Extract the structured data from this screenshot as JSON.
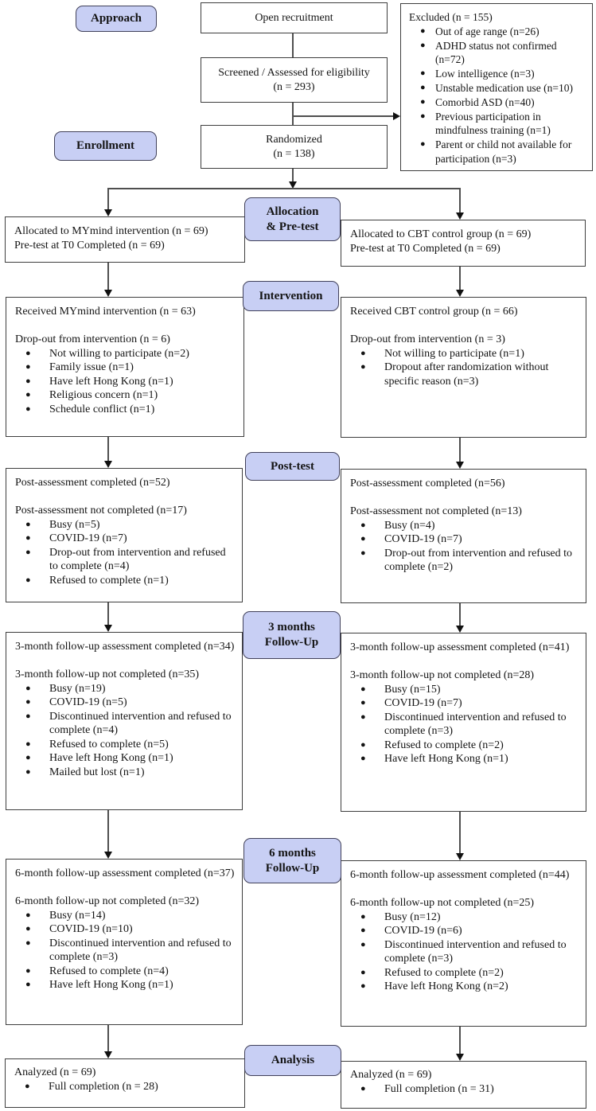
{
  "palette": {
    "badge_fill": "#c8cff4",
    "badge_border": "#41415a",
    "box_border": "#3e3e3e",
    "line_color": "#4f4f4f",
    "arrow_color": "#111111",
    "text_color": "#141414",
    "bg_color": "#ffffff"
  },
  "bullet_glyph": "●",
  "badges": {
    "approach": "Approach",
    "enrollment": "Enrollment",
    "allocation_line1": "Allocation",
    "allocation_line2": "& Pre-test",
    "intervention": "Intervention",
    "posttest": "Post-test",
    "followup3_line1": "3 months",
    "followup3_line2": "Follow-Up",
    "followup6_line1": "6 months",
    "followup6_line2": "Follow-Up",
    "analysis": "Analysis"
  },
  "top": {
    "open_recruitment": "Open recruitment",
    "screened_line1": "Screened / Assessed for eligibility",
    "screened_line2": "(n = 293)",
    "randomized_line1": "Randomized",
    "randomized_line2": "(n = 138)",
    "excluded_title": "Excluded (n = 155)",
    "excluded_items": [
      "Out of age range (n=26)",
      "ADHD status not confirmed (n=72)",
      "Low intelligence (n=3)",
      "Unstable medication use (n=10)",
      "Comorbid ASD (n=40)",
      "Previous participation in mindfulness training (n=1)",
      "Parent or child not available for participation (n=3)"
    ]
  },
  "left": {
    "allocation_line1": "Allocated to MYmind intervention (n = 69)",
    "allocation_line2": "Pre-test at T0 Completed (n = 69)",
    "intervention": {
      "header": "Received MYmind intervention (n = 63)",
      "subheader": "Drop-out from intervention (n = 6)",
      "items": [
        "Not willing to participate (n=2)",
        "Family issue (n=1)",
        "Have left Hong Kong (n=1)",
        "Religious concern (n=1)",
        "Schedule conflict (n=1)"
      ]
    },
    "posttest": {
      "header": "Post-assessment completed (n=52)",
      "subheader": "Post-assessment not completed (n=17)",
      "items": [
        "Busy (n=5)",
        "COVID-19 (n=7)",
        "Drop-out from intervention and refused to complete (n=4)",
        "Refused to complete (n=1)"
      ]
    },
    "followup3": {
      "header": "3-month follow-up assessment completed (n=34)",
      "subheader": "3-month follow-up not completed (n=35)",
      "items": [
        "Busy (n=19)",
        "COVID-19 (n=5)",
        "Discontinued intervention and refused to complete (n=4)",
        "Refused to complete (n=5)",
        "Have left Hong Kong (n=1)",
        "Mailed but lost (n=1)"
      ]
    },
    "followup6": {
      "header": "6-month follow-up assessment completed (n=37)",
      "subheader": "6-month follow-up not completed (n=32)",
      "items": [
        "Busy (n=14)",
        "COVID-19 (n=10)",
        "Discontinued intervention and refused to complete (n=3)",
        "Refused to complete (n=4)",
        "Have left Hong Kong (n=1)"
      ]
    },
    "analysis": {
      "header": "Analyzed (n = 69)",
      "items": [
        "Full completion (n = 28)"
      ]
    }
  },
  "right": {
    "allocation_line1": "Allocated to CBT control group (n = 69)",
    "allocation_line2": "Pre-test at T0 Completed (n = 69)",
    "intervention": {
      "header": "Received CBT control group (n = 66)",
      "subheader": "Drop-out from intervention (n = 3)",
      "items": [
        "Not willing to participate (n=1)",
        "Dropout after randomization without specific reason (n=3)"
      ]
    },
    "posttest": {
      "header": "Post-assessment completed (n=56)",
      "subheader": "Post-assessment not completed (n=13)",
      "items": [
        "Busy (n=4)",
        "COVID-19 (n=7)",
        "Drop-out from intervention and refused to complete (n=2)"
      ]
    },
    "followup3": {
      "header": "3-month follow-up assessment completed (n=41)",
      "subheader": "3-month follow-up not completed (n=28)",
      "items": [
        "Busy (n=15)",
        "COVID-19 (n=7)",
        "Discontinued intervention and refused to complete (n=3)",
        "Refused to complete (n=2)",
        "Have left Hong Kong (n=1)"
      ]
    },
    "followup6": {
      "header": "6-month follow-up assessment completed (n=44)",
      "subheader": "6-month follow-up not completed (n=25)",
      "items": [
        "Busy (n=12)",
        "COVID-19 (n=6)",
        "Discontinued intervention and refused to complete (n=3)",
        "Refused to complete (n=2)",
        "Have left Hong Kong (n=2)"
      ]
    },
    "analysis": {
      "header": "Analyzed (n = 69)",
      "items": [
        "Full completion (n = 31)"
      ]
    }
  }
}
